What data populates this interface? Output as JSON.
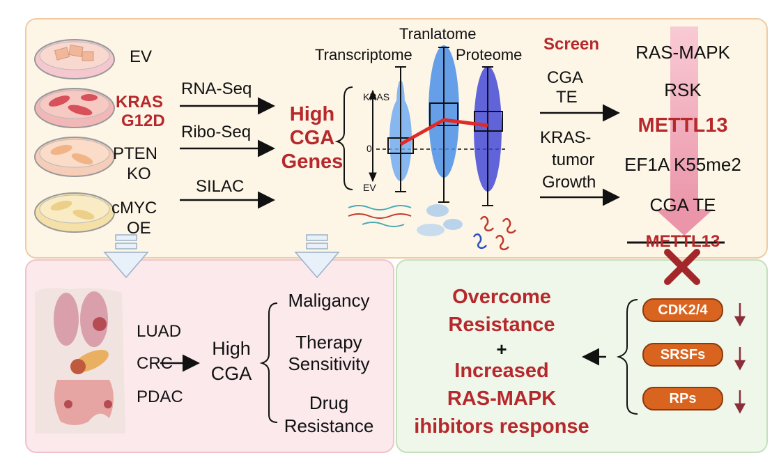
{
  "top": {
    "conditions": [
      "EV",
      "KRAS",
      "G12D",
      "PTEN",
      "KO",
      "cMYC",
      "OE"
    ],
    "methods": [
      "RNA-Seq",
      "Ribo-Seq",
      "SILAC"
    ],
    "high_cga": [
      "High",
      "CGA",
      "Genes"
    ],
    "plot": {
      "title_top": "Tranlatome",
      "col_left": "Transcriptome",
      "col_right": "Proteome",
      "label_kras": "KRAS",
      "label_zero": "0",
      "label_ev": "EV"
    },
    "screen_label": "Screen",
    "screen_arrow": [
      "CGA",
      "TE"
    ],
    "growth_arrow": [
      "KRAS-",
      "tumor",
      "Growth"
    ],
    "results": {
      "rasmapk": "RAS-MAPK",
      "rsk": "RSK",
      "mettl13": "METTL13",
      "ef1a": "EF1A K55me2",
      "cga_te": "CGA TE",
      "mettl13_ko": "METTL13"
    }
  },
  "bottom_left": {
    "cancers": [
      "LUAD",
      "CRC",
      "PDAC"
    ],
    "high_cga": [
      "High",
      "CGA"
    ],
    "outcomes": [
      "Maligancy",
      "Therapy",
      "Sensitivity",
      "Drug",
      "Resistance"
    ]
  },
  "bottom_right": {
    "lines": [
      "Overcome",
      "Resistance",
      "+",
      "Increased",
      "RAS-MAPK",
      "ihibitors response"
    ],
    "pills": [
      "CDK2/4",
      "SRSFs",
      "RPs"
    ]
  },
  "colors": {
    "accent_red": "#b6282b",
    "pill_orange": "#d9641f",
    "dot_blue": "#4a8fe8",
    "dot_indigo": "#3a3fd6"
  }
}
